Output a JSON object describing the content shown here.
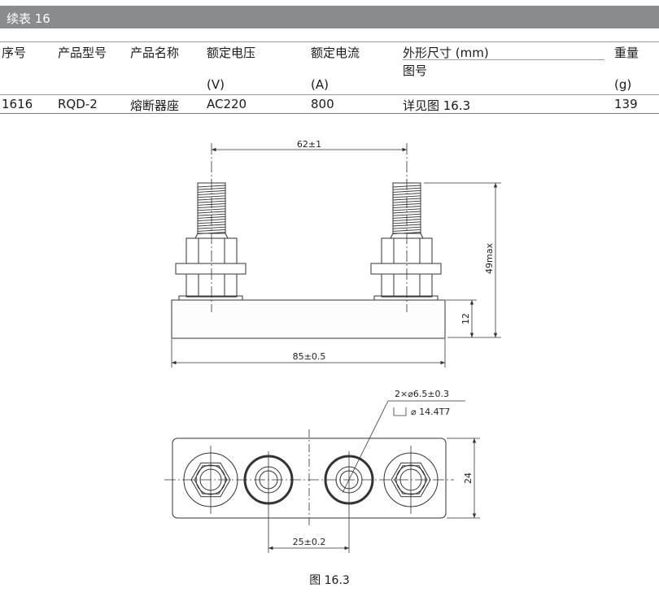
{
  "title": "续表 16",
  "table": {
    "headers": [
      {
        "line1": "序号",
        "line2": ""
      },
      {
        "line1": "产品型号",
        "line2": ""
      },
      {
        "line1": "产品名称",
        "line2": ""
      },
      {
        "line1": "额定电压",
        "line2": "(V)"
      },
      {
        "line1": "额定电流",
        "line2": "(A)"
      },
      {
        "line1": "外形尺寸 (mm)",
        "line1b": "图号",
        "line2": ""
      },
      {
        "line1": "重量",
        "line2": "(g)"
      }
    ],
    "row": [
      "1616",
      "RQD-2",
      "熔断器座",
      "AC220",
      "800",
      "详见图 16.3",
      "139"
    ]
  },
  "drawing": {
    "dim_top": "62±1",
    "dim_height": "49max",
    "dim_base": "12",
    "dim_length": "85±0.5",
    "dim_hole": "2×⌀6.5±0.3",
    "dim_counterbore": "⌀ 14.4T7",
    "dim_width": "24",
    "dim_spacing": "25±0.2"
  },
  "caption": "图 16.3"
}
